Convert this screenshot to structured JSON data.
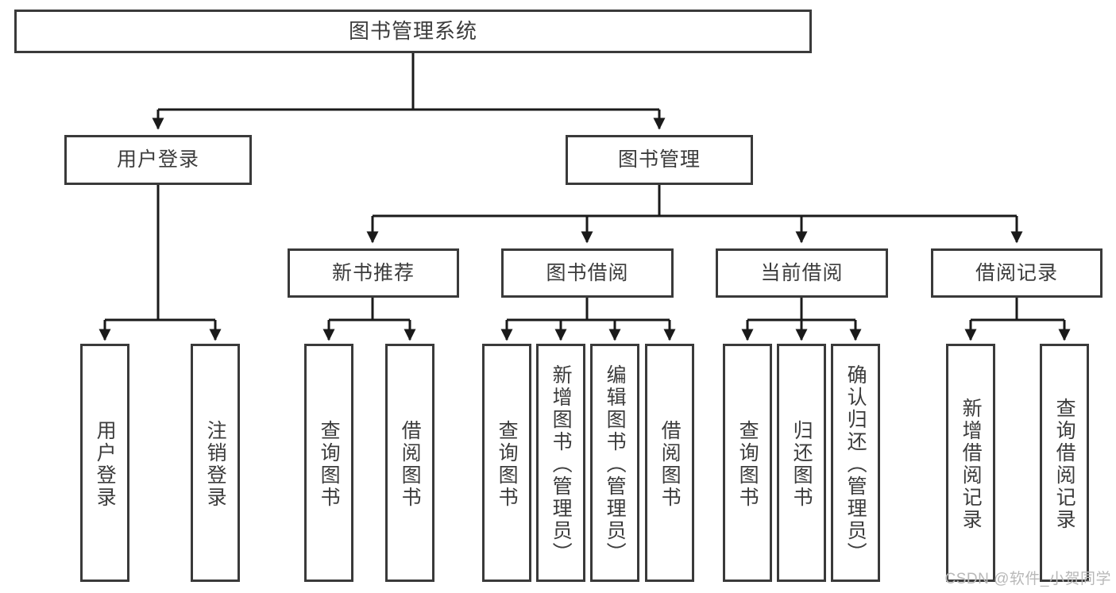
{
  "diagram": {
    "title": "图书管理系统",
    "type": "tree-hierarchy",
    "watermark": "CSDN @软件_小贺同学",
    "colors": {
      "background": "#ffffff",
      "node_border": "#3a3a3a",
      "node_fill": "#ffffff",
      "text": "#3c3c3c",
      "connector": "#1a1a1a",
      "watermark": "#b8b8b8"
    }
  },
  "nodes": {
    "root": {
      "label": "图书管理系统"
    },
    "level2": [
      {
        "id": "user-login",
        "label": "用户登录"
      },
      {
        "id": "book-management",
        "label": "图书管理"
      }
    ],
    "level3": [
      {
        "id": "new-book-recommend",
        "label": "新书推荐"
      },
      {
        "id": "book-borrow",
        "label": "图书借阅"
      },
      {
        "id": "current-borrow",
        "label": "当前借阅"
      },
      {
        "id": "borrow-record",
        "label": "借阅记录"
      }
    ],
    "leaves": {
      "user_login": [
        {
          "id": "leaf-user-login",
          "label": "用户登录"
        },
        {
          "id": "leaf-logout",
          "label": "注销登录"
        }
      ],
      "new_book_recommend": [
        {
          "id": "leaf-query-book-1",
          "label": "查询图书"
        },
        {
          "id": "leaf-borrow-book-1",
          "label": "借阅图书"
        }
      ],
      "book_borrow": [
        {
          "id": "leaf-query-book-2",
          "label": "查询图书"
        },
        {
          "id": "leaf-add-book",
          "label": "新增图书（管理员）"
        },
        {
          "id": "leaf-edit-book",
          "label": "编辑图书（管理员）"
        },
        {
          "id": "leaf-borrow-book-2",
          "label": "借阅图书"
        }
      ],
      "current_borrow": [
        {
          "id": "leaf-query-book-3",
          "label": "查询图书"
        },
        {
          "id": "leaf-return-book",
          "label": "归还图书"
        },
        {
          "id": "leaf-confirm-return",
          "label": "确认归还（管理员）"
        }
      ],
      "borrow_record": [
        {
          "id": "leaf-add-record",
          "label": "新增借阅记录"
        },
        {
          "id": "leaf-query-record",
          "label": "查询借阅记录"
        }
      ]
    }
  }
}
